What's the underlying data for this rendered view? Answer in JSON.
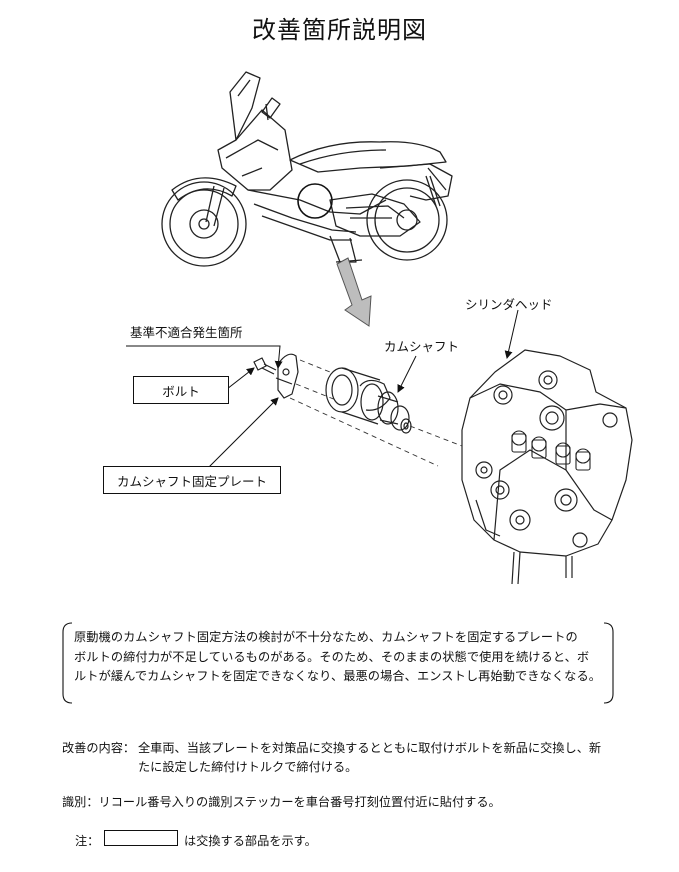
{
  "title": "改善箇所説明図",
  "callouts": {
    "cylinder_head": "シリンダヘッド",
    "defect_location": "基準不適合発生箇所",
    "camshaft": "カムシャフト",
    "bolt": "ボルト",
    "camshaft_plate": "カムシャフト固定プレート"
  },
  "notice": {
    "line1": "原動機のカムシャフト固定方法の検討が不十分なため、カムシャフトを固定するプレートの",
    "line2": "ボルトの締付力が不足しているものがある。そのため、そのままの状態で使用を続けると、ボ",
    "line3": "ルトが緩んでカムシャフトを固定できなくなり、最悪の場合、エンストし再始動できなくなる。"
  },
  "improvement": {
    "label": "改善の内容：",
    "line1": "全車両、当該プレートを対策品に交換するとともに取付けボルトを新品に交換し、新",
    "line2": "たに設定した締付けトルクで締付ける。"
  },
  "identification": {
    "text": "識別：リコール番号入りの識別ステッカーを車台番号打刻位置付近に貼付する。"
  },
  "note": {
    "label": "注：",
    "text": "は交換する部品を示す。"
  }
}
